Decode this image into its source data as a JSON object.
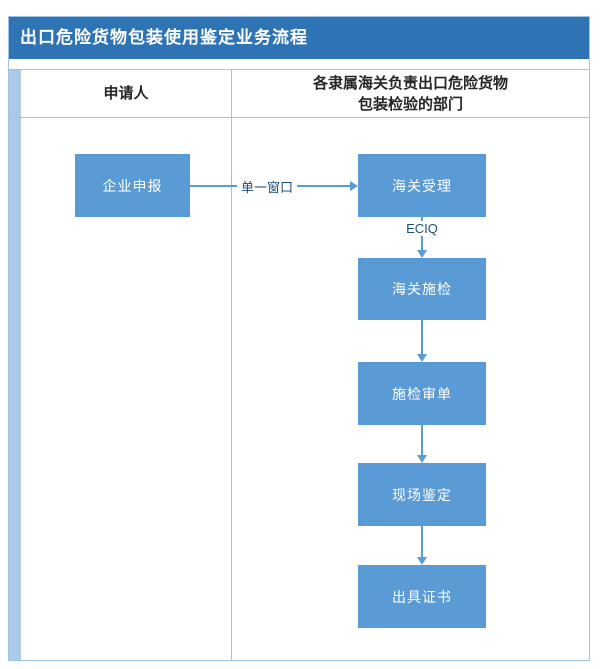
{
  "title": "出口危险货物包装使用鉴定业务流程",
  "lanes": {
    "applicant": "申请人",
    "customs_line1": "各隶属海关负责出口危险货物",
    "customs_line2": "包装检验的部门"
  },
  "nodes": {
    "declare": "企业申报",
    "accept": "海关受理",
    "inspect": "海关施检",
    "review": "施检审单",
    "onsite": "现场鉴定",
    "certificate": "出具证书"
  },
  "edges": {
    "single_window": "单一窗口",
    "eciq": "ECIQ"
  },
  "colors": {
    "title_bg": "#2e74b5",
    "node_bg": "#5b9bd5",
    "arrow": "#5b9bd5",
    "border": "#9dc3e6",
    "strip": "#adc9e8",
    "label_text": "#1f4e79"
  }
}
